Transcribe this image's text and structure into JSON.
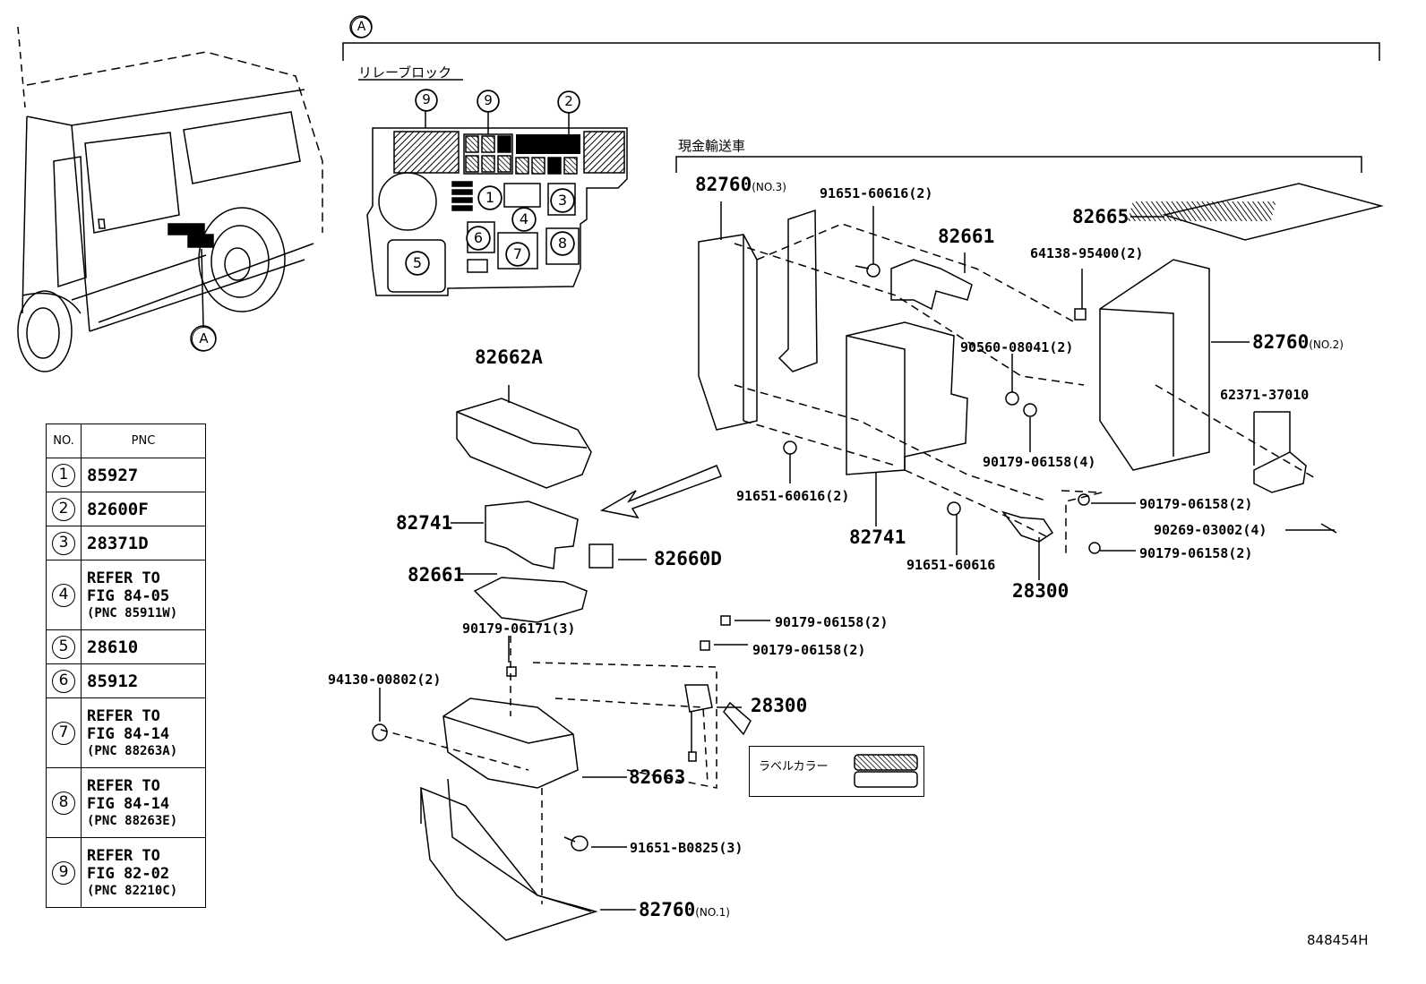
{
  "callout_a": "A",
  "relay_block_title": "リレーブロック",
  "cash_transport_title": "現金輸送車",
  "relay_circles": [
    "9",
    "9",
    "2",
    "1",
    "3",
    "4",
    "6",
    "7",
    "8",
    "5"
  ],
  "parts": {
    "p82760_no3": "82760",
    "p82760_no3_suffix": "(NO.3)",
    "p91651_60616_2_top": "91651-60616(2)",
    "p82661_top": "82661",
    "p82665": "82665",
    "p64138": "64138-95400(2)",
    "p90560": "90560-08041(2)",
    "p82760_no2": "82760",
    "p82760_no2_suffix": "(NO.2)",
    "p62371": "62371-37010",
    "p90179_4": "90179-06158(4)",
    "p91651_60616_2_mid": "91651-60616(2)",
    "p82741_right": "82741",
    "p91651_60616": "91651-60616",
    "p28300_right": "28300",
    "p90179_2_a": "90179-06158(2)",
    "p90269": "90269-03002(4)",
    "p90179_2_b": "90179-06158(2)",
    "p82662a": "82662A",
    "p82741_left": "82741",
    "p82660d": "82660D",
    "p82661_left": "82661",
    "p90179_06171": "90179-06171(3)",
    "p94130": "94130-00802(2)",
    "p90179_2_c": "90179-06158(2)",
    "p90179_2_d": "90179-06158(2)",
    "p28300_lower": "28300",
    "p82663": "82663",
    "p91651_b0825": "91651-B0825(3)",
    "p82760_no1": "82760",
    "p82760_no1_suffix": "(NO.1)"
  },
  "label_color": "ラベルカラー",
  "figure_id": "848454H",
  "table": {
    "header_no": "NO.",
    "header_pnc": "PNC",
    "rows": [
      {
        "no": "1",
        "lines": [
          "85927"
        ]
      },
      {
        "no": "2",
        "lines": [
          "82600F"
        ]
      },
      {
        "no": "3",
        "lines": [
          "28371D"
        ]
      },
      {
        "no": "4",
        "lines": [
          "REFER TO",
          "FIG 84-05",
          "(PNC 85911W)"
        ]
      },
      {
        "no": "5",
        "lines": [
          "28610"
        ]
      },
      {
        "no": "6",
        "lines": [
          "85912"
        ]
      },
      {
        "no": "7",
        "lines": [
          "REFER TO",
          "FIG 84-14",
          "(PNC 88263A)"
        ]
      },
      {
        "no": "8",
        "lines": [
          "REFER TO",
          "FIG 84-14",
          "(PNC 88263E)"
        ]
      },
      {
        "no": "9",
        "lines": [
          "REFER TO",
          "FIG 82-02",
          "(PNC 82210C)"
        ]
      }
    ]
  }
}
